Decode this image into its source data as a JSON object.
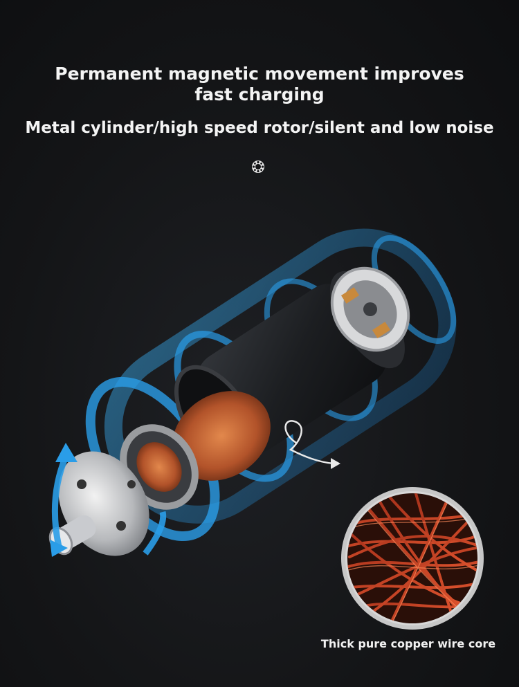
{
  "headline": "Permanent magnetic movement improves fast charging",
  "subline": "Metal cylinder/high speed rotor/silent and low noise",
  "caption": "Thick pure copper wire core",
  "icons": {
    "badge": "gear-badge-icon",
    "rotation": "rotation-arrow-icon",
    "pointer": "curved-arrow-icon"
  },
  "colors": {
    "glow": "#2a9de8",
    "copper": "#c0562a",
    "background": "#141517"
  }
}
